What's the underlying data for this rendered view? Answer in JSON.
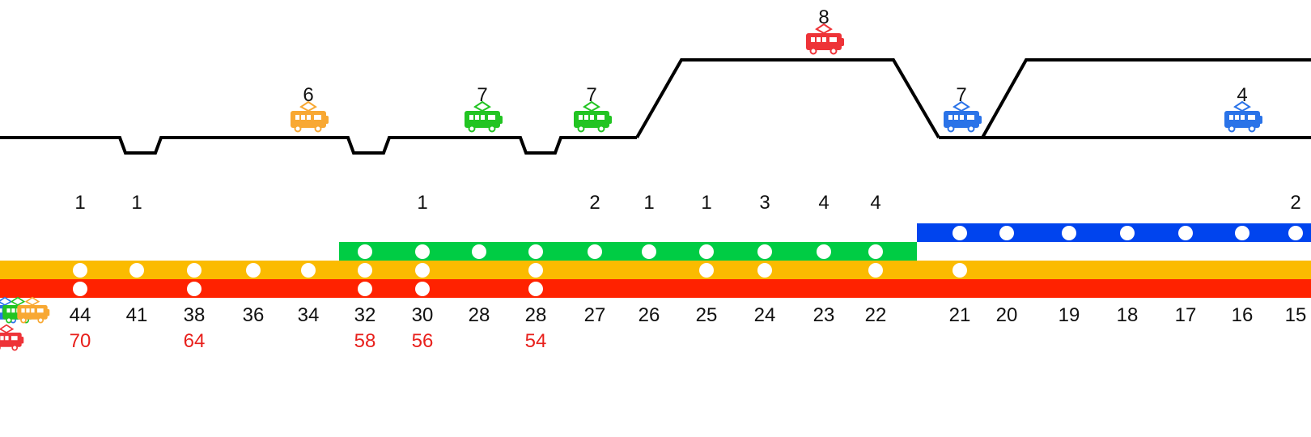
{
  "colors": {
    "track": "#000000",
    "red": "#ff2200",
    "orange": "#fbbb00",
    "green": "#00cc44",
    "blue": "#0044ee",
    "dot": "#ffffff",
    "label": "#111111",
    "red_label": "#e8201c",
    "tram_red": "#ee3338",
    "tram_orange": "#f8a833",
    "tram_green": "#22c422",
    "tram_blue": "#2a73e8"
  },
  "trams": [
    {
      "id": "t1",
      "label": "6",
      "color": "tram_orange",
      "icon": "tram-icon"
    },
    {
      "id": "t2",
      "label": "7",
      "color": "tram_green",
      "icon": "tram-icon"
    },
    {
      "id": "t3",
      "label": "7",
      "color": "tram_green",
      "icon": "tram-icon"
    },
    {
      "id": "t4",
      "label": "8",
      "color": "tram_red",
      "icon": "tram-icon"
    },
    {
      "id": "t5",
      "label": "7",
      "color": "tram_blue",
      "icon": "tram-icon"
    },
    {
      "id": "t6",
      "label": "4",
      "color": "tram_blue",
      "icon": "tram-icon"
    }
  ],
  "top_counts": [
    "1",
    "1",
    "1",
    "2",
    "1",
    "1",
    "3",
    "4",
    "4",
    "2"
  ],
  "stop_numbers": [
    "44",
    "41",
    "38",
    "36",
    "34",
    "32",
    "30",
    "28",
    "28",
    "27",
    "26",
    "25",
    "24",
    "23",
    "22",
    "21",
    "20",
    "19",
    "18",
    "17",
    "16",
    "15"
  ],
  "red_numbers": [
    "70",
    "64",
    "58",
    "56",
    "54"
  ]
}
